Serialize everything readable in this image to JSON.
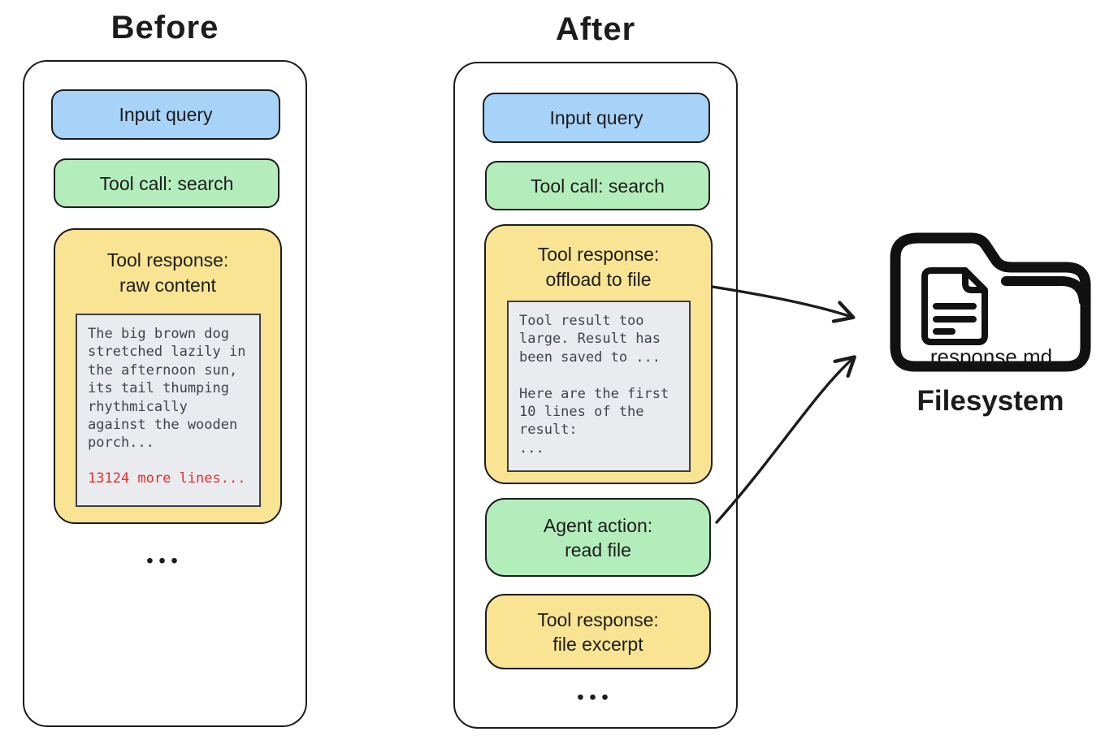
{
  "before": {
    "title": "Before",
    "input_query": "Input query",
    "tool_call": "Tool call: search",
    "tool_response_title": "Tool response:\nraw content",
    "raw_text": "The big brown dog\nstretched lazily in\nthe afternoon sun,\nits tail thumping\nrhythmically\nagainst the wooden\nporch...",
    "more_lines": "13124 more lines...",
    "ellipsis": "•••"
  },
  "after": {
    "title": "After",
    "input_query": "Input query",
    "tool_call": "Tool call: search",
    "offload_title": "Tool response:\noffload to file",
    "offload_text": "Tool result too\nlarge. Result has\nbeen saved to ...\n\nHere are the first\n10 lines of the\nresult:\n...",
    "agent_action": "Agent action:\nread file",
    "file_excerpt": "Tool response:\nfile excerpt",
    "ellipsis": "•••"
  },
  "filesystem": {
    "file_name": "response.md",
    "caption": "Filesystem"
  },
  "colors": {
    "chip_blue": "#a8d3f8",
    "chip_green": "#b4edbc",
    "chip_yellow": "#f8e492",
    "code_panel": "#e9ebee",
    "ink": "#1c1c1c",
    "more_lines_red": "#e03131"
  }
}
